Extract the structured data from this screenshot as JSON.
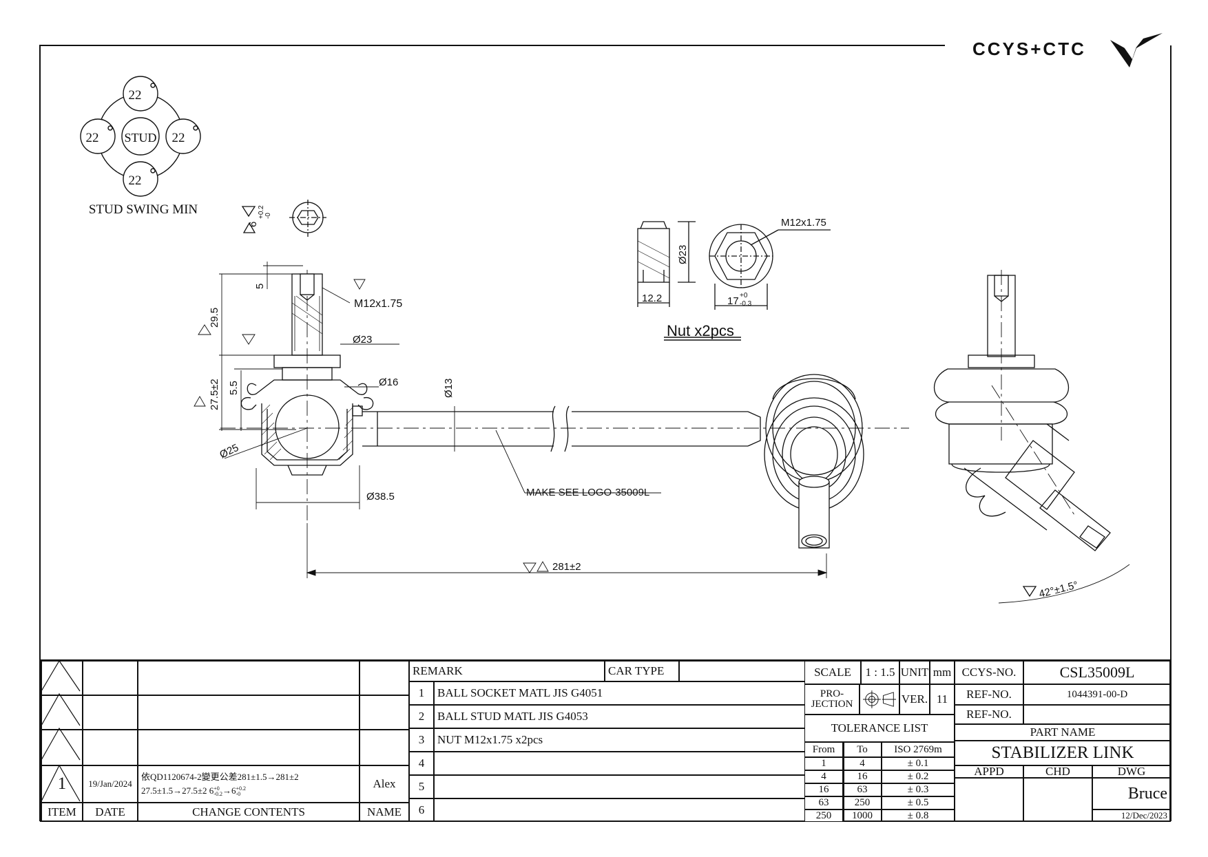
{
  "header": {
    "brand": "CCYS+CTC"
  },
  "drawing": {
    "stud_swing": {
      "value": "22",
      "center": "STUD",
      "caption": "STUD SWING MIN"
    },
    "dims": {
      "hex_depth": "6",
      "hex_tol_plus": "+0.2",
      "hex_tol_minus": "-0",
      "stud_5": "5",
      "stud_thread": "M12x1.75",
      "stud_29_5": "29.5",
      "stud_d23": "Ø23",
      "ball_27_5": "27.5±2",
      "ball_5_5": "5.5",
      "ball_d16": "Ø16",
      "ball_d25": "Ø25",
      "socket_d38_5": "Ø38.5",
      "rod_d13": "Ø13",
      "rod_logo": "MAKE SEE LOGO-35009L",
      "length": "281±2",
      "angle": "42°±1.5°",
      "nut_d23": "Ø23",
      "nut_thread": "M12x1.75",
      "nut_12_2": "12.2",
      "nut_17": "17",
      "nut_17_plus": "+0",
      "nut_17_minus": "-0.3",
      "nut_title": "Nut x2pcs"
    }
  },
  "title_block": {
    "revision": {
      "item": "1",
      "date": "19/Jan/2024",
      "change_line1": "依QD1120674-2變更公差281±1.5→281±2",
      "change_line2": "27.5±1.5→27.5±2",
      "change_line2b": "6",
      "tol_a_plus": "+0",
      "tol_a_minus": "-0.2",
      "change_arrow": "→6",
      "tol_b_plus": "+0.2",
      "tol_b_minus": "-0",
      "name": "Alex"
    },
    "headers": {
      "item": "ITEM",
      "date": "DATE",
      "change": "CHANGE CONTENTS",
      "name": "NAME"
    },
    "remark_label": "REMARK",
    "car_type_label": "CAR TYPE",
    "remarks": [
      {
        "no": "1",
        "text": "BALL SOCKET MATL JIS G4051"
      },
      {
        "no": "2",
        "text": "BALL STUD MATL JIS G4053"
      },
      {
        "no": "3",
        "text": "NUT M12x1.75 x2pcs"
      },
      {
        "no": "4",
        "text": ""
      },
      {
        "no": "5",
        "text": ""
      },
      {
        "no": "6",
        "text": ""
      }
    ],
    "scale_label": "SCALE",
    "scale": "1 : 1.5",
    "unit_label": "UNIT",
    "unit": "mm",
    "projection_label_1": "PRO-",
    "projection_label_2": "JECTION",
    "ver_label": "VER.",
    "ver": "11",
    "tolerance_title": "TOLERANCE LIST",
    "tolerance_headers": [
      "From",
      "To",
      "ISO 2769m"
    ],
    "tolerances": [
      {
        "from": "1",
        "to": "4",
        "tol": "± 0.1"
      },
      {
        "from": "4",
        "to": "16",
        "tol": "± 0.2"
      },
      {
        "from": "16",
        "to": "63",
        "tol": "± 0.3"
      },
      {
        "from": "63",
        "to": "250",
        "tol": "± 0.5"
      },
      {
        "from": "250",
        "to": "1000",
        "tol": "± 0.8"
      }
    ],
    "ccys_no_label": "CCYS-NO.",
    "ccys_no": "CSL35009L",
    "ref_no_label": "REF-NO.",
    "ref_no": "1044391-00-D",
    "ref_no2_label": "REF-NO.",
    "ref_no2": "",
    "part_name_label": "PART NAME",
    "part_name": "STABILIZER LINK",
    "appd_label": "APPD",
    "chd_label": "CHD",
    "dwg_label": "DWG",
    "dwg_by": "Bruce",
    "dwg_date": "12/Dec/2023"
  }
}
